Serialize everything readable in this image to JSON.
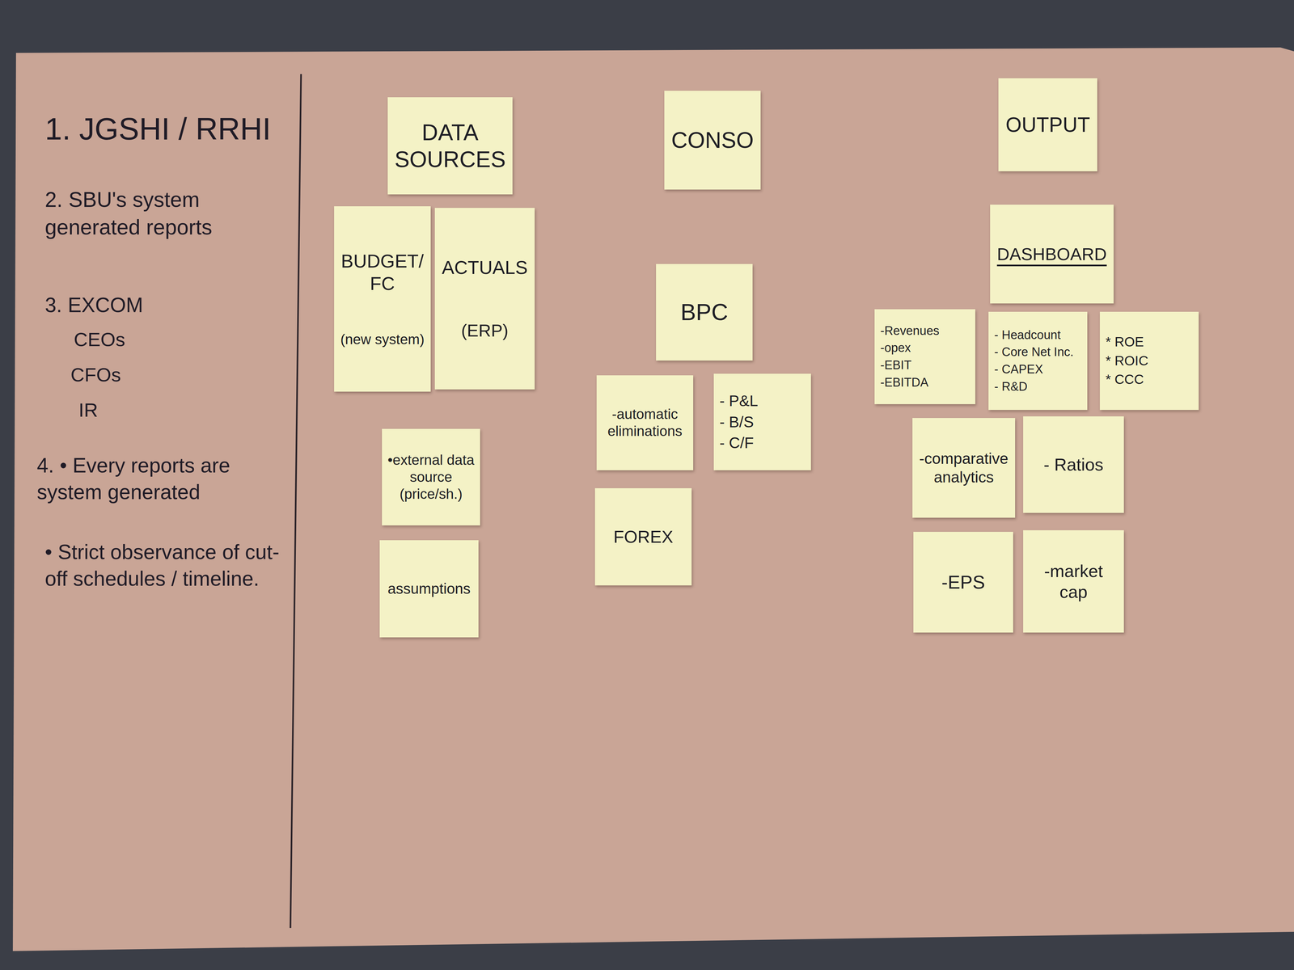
{
  "diagram": {
    "nodes": [
      {
        "text": [
          "DATA SOURCES"
        ]
      },
      {
        "text": [
          "CONSO"
        ]
      },
      {
        "text": [
          "OUTPUT"
        ]
      },
      {
        "text": [
          "BUDGET/ FC",
          "(new system)"
        ]
      },
      {
        "text": [
          "ACTUALS",
          "(ERP)"
        ]
      },
      {
        "text": [
          "DASHBOARD"
        ]
      },
      {
        "text": [
          "BPC"
        ]
      },
      {
        "text": [
          "-Revenues",
          "-opex",
          "-EBIT",
          "-EBITDA"
        ]
      },
      {
        "text": [
          "- Headcount",
          "- Core Net Inc.",
          "- CAPEX",
          "- R&D"
        ]
      },
      {
        "text": [
          "* ROE",
          "* ROIC",
          "* CCC"
        ]
      },
      {
        "text": [
          "-automatic eliminations"
        ]
      },
      {
        "text": [
          "- P&L",
          "- B/S",
          "- C/F"
        ]
      },
      {
        "text": [
          "-comparative analytics"
        ]
      },
      {
        "text": [
          "- Ratios"
        ]
      },
      {
        "text": [
          "•external data source (price/sh.)"
        ]
      },
      {
        "text": [
          "FOREX"
        ]
      },
      {
        "text": [
          "-EPS"
        ]
      },
      {
        "text": [
          "-market cap"
        ]
      },
      {
        "text": [
          "assumptions"
        ]
      }
    ],
    "labels": [
      "1. JGSHI / RRHI",
      "2. SBU's system generated reports",
      "3. EXCOM",
      "CEOs",
      "CFOs",
      "IR",
      "4. • Every reports are system generated",
      "• Strict observance of cut-off schedules / timeline."
    ]
  }
}
